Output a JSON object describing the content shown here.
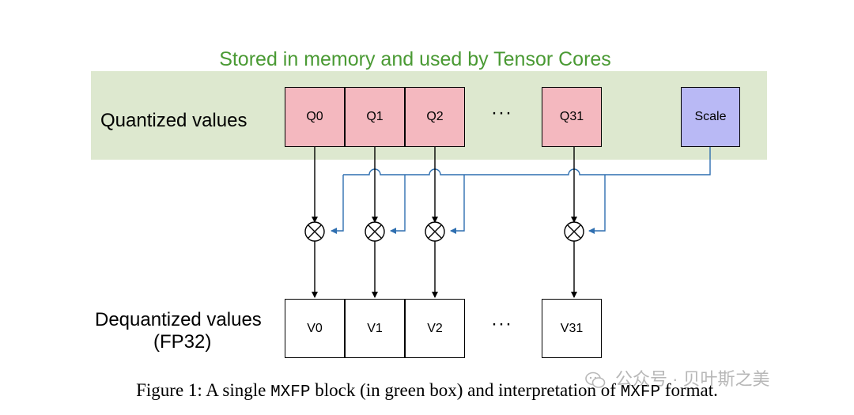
{
  "header": {
    "title": "Stored in memory and used by Tensor Cores"
  },
  "rows": {
    "quantized_label": "Quantized values",
    "dequantized_label_line1": "Dequantized values",
    "dequantized_label_line2": "(FP32)"
  },
  "quantized_cells": [
    "Q0",
    "Q1",
    "Q2",
    "Q31"
  ],
  "dequantized_cells": [
    "V0",
    "V1",
    "V2",
    "V31"
  ],
  "ellipsis": "···",
  "scale_label": "Scale",
  "caption": {
    "prefix": "Figure 1: A single ",
    "code1": "MXFP",
    "middle": " block (in green box) and interpretation of ",
    "code2": "MXFP",
    "suffix": " format."
  },
  "watermark": "公众号 · 贝叶斯之美",
  "colors": {
    "title_green": "#4a9a34",
    "band_green": "#dde8cf",
    "quantized_fill": "#f4b8bf",
    "scale_fill": "#b9b9f5",
    "scale_line": "#2f6fb0"
  }
}
